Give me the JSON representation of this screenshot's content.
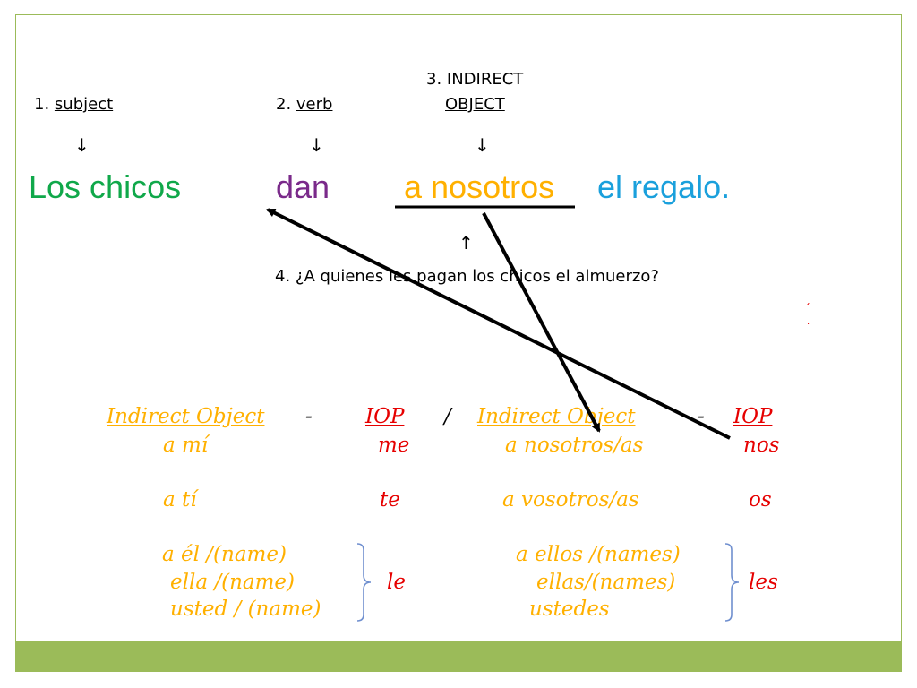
{
  "labels": {
    "subject_num": "1. ",
    "subject": "subject",
    "verb_num": "2. ",
    "verb": "verb",
    "io_line1": "3. INDIRECT",
    "io_line2": "OBJECT",
    "down_arrow": "↓",
    "up_arrow": "↑"
  },
  "sentence": {
    "subject": "Los chicos",
    "verb": "dan",
    "indirect_object": "a nosotros",
    "direct_object": "el regalo",
    "period": "."
  },
  "question": "4. ¿A quienes les pagan los chicos el almuerzo?",
  "stray_marks": {
    "mark1": "´",
    "mark2": "·"
  },
  "table": {
    "header": {
      "io_left": "Indirect Object ",
      "dash_left": "-",
      "iop_left": "IOP",
      "slash": "/",
      "io_right": "Indirect Object ",
      "dash_right": "-",
      "iop_right": "IOP"
    },
    "rows": {
      "a_mi": "a mí",
      "me": "me",
      "a_nosotros": "a nosotros/as",
      "nos": "nos",
      "a_ti": "a tí",
      "te": "te",
      "a_vosotros": "a vosotros/as",
      "os": "os",
      "a_el": "a él  /(name)",
      "ella": "ella /(name)",
      "usted": "usted / (name)",
      "le": "le",
      "a_ellos": "a ellos /(names)",
      "ellas": "ellas/(names)",
      "ustedes": "ustedes",
      "les": "les"
    }
  },
  "colors": {
    "frame": "#9bbb59",
    "subject": "#10a84a",
    "verb": "#7a2a8a",
    "indirect_object": "#ffb000",
    "direct_object": "#1aa0dc",
    "table_left": "#ffb000",
    "table_right": "#e60000",
    "brace": "#6f8fcf"
  }
}
